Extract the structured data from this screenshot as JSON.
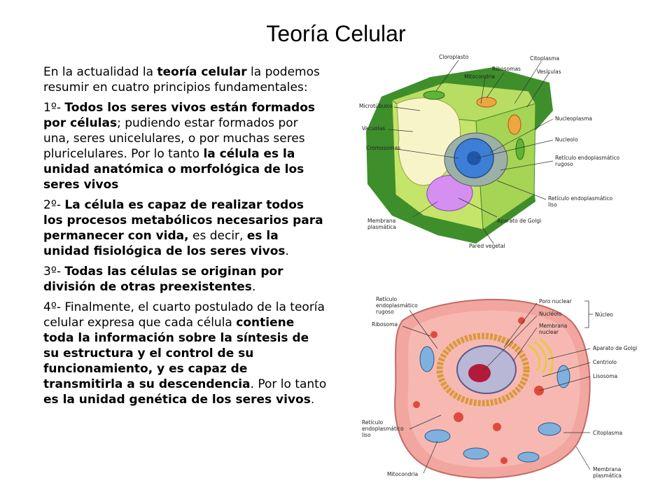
{
  "slide": {
    "title": "Teoría Celular",
    "intro": [
      {
        "t": "En la actualidad la ",
        "b": false
      },
      {
        "t": "teoría celular",
        "b": true
      },
      {
        "t": " la podemos resumir en cuatro principios fundamentales:",
        "b": false
      }
    ],
    "principles": [
      [
        {
          "t": "1º- ",
          "b": false
        },
        {
          "t": "Todos los seres vivos están formados por células",
          "b": true
        },
        {
          "t": "; pudiendo estar formados por una, seres unicelulares, o por muchas seres pluricelulares. Por lo tanto ",
          "b": false
        },
        {
          "t": "la célula es la unidad anatómica o morfológica de los seres vivos",
          "b": true
        }
      ],
      [
        {
          "t": "2º- ",
          "b": false
        },
        {
          "t": "La célula es capaz de realizar todos los procesos metabólicos necesarios para permanecer con vida,",
          "b": true
        },
        {
          "t": " es decir, ",
          "b": false
        },
        {
          "t": "es la unidad fisiológica de los seres vivos",
          "b": true
        },
        {
          "t": ".",
          "b": false
        }
      ],
      [
        {
          "t": "3º- ",
          "b": false
        },
        {
          "t": "Todas las células se originan por división de otras preexistentes",
          "b": true
        },
        {
          "t": ".",
          "b": false
        }
      ],
      [
        {
          "t": "4º- ",
          "b": false
        },
        {
          "t": "Finalmente, el cuarto postulado de la teoría celular expresa que cada célula ",
          "b": false
        },
        {
          "t": "contiene toda la información sobre la síntesis de su estructura y el control de su funcionamiento, y es capaz de transmitirla a su descendencia",
          "b": true
        },
        {
          "t": ". Por lo tanto ",
          "b": false
        },
        {
          "t": "es la unidad genética de los seres vivos",
          "b": true
        },
        {
          "t": ".",
          "b": false
        }
      ]
    ]
  },
  "plant_cell_labels": {
    "cloroplasto": "Cloroplasto",
    "ribosomas": "Ribosomas",
    "citoplasma": "Citoplasma",
    "mitocondria": "Mitocondria",
    "vesiculas": "Vesículas",
    "microtubulos": "Microtúbulos",
    "nucleoplasma": "Nucleoplasma",
    "vacuolas": "Vacuolas",
    "nucleolo": "Nucleolo",
    "cromosomas": "Cromosomas",
    "reticulo_rugoso_1": "Retículo endoplasmático",
    "reticulo_rugoso_2": "rugoso",
    "reticulo_liso_1": "Retículo endoplasmático",
    "reticulo_liso_2": "liso",
    "membrana_1": "Membrana",
    "membrana_2": "plasmática",
    "golgi": "Aparato de Golgi",
    "pared": "Pared vegetal"
  },
  "animal_cell_labels": {
    "reticulo_rugoso_1": "Retículo",
    "reticulo_rugoso_2": "endoplasmático",
    "reticulo_rugoso_3": "rugoso",
    "ribosoma": "Ribosoma",
    "poro": "Poro nuclear",
    "nucleolo": "Nucléolo",
    "membrana_nuclear_1": "Membrana",
    "membrana_nuclear_2": "nuclear",
    "nucleo": "Núcleo",
    "golgi": "Aparato de Golgi",
    "centriolo": "Centriolo",
    "lisosoma": "Lisosoma",
    "reticulo_liso_1": "Retículo",
    "reticulo_liso_2": "endoplasmático",
    "reticulo_liso_3": "liso",
    "citoplasma": "Citoplasma",
    "mitocondria": "Mitocondria",
    "membrana_1": "Membrana",
    "membrana_2": "plasmática"
  }
}
